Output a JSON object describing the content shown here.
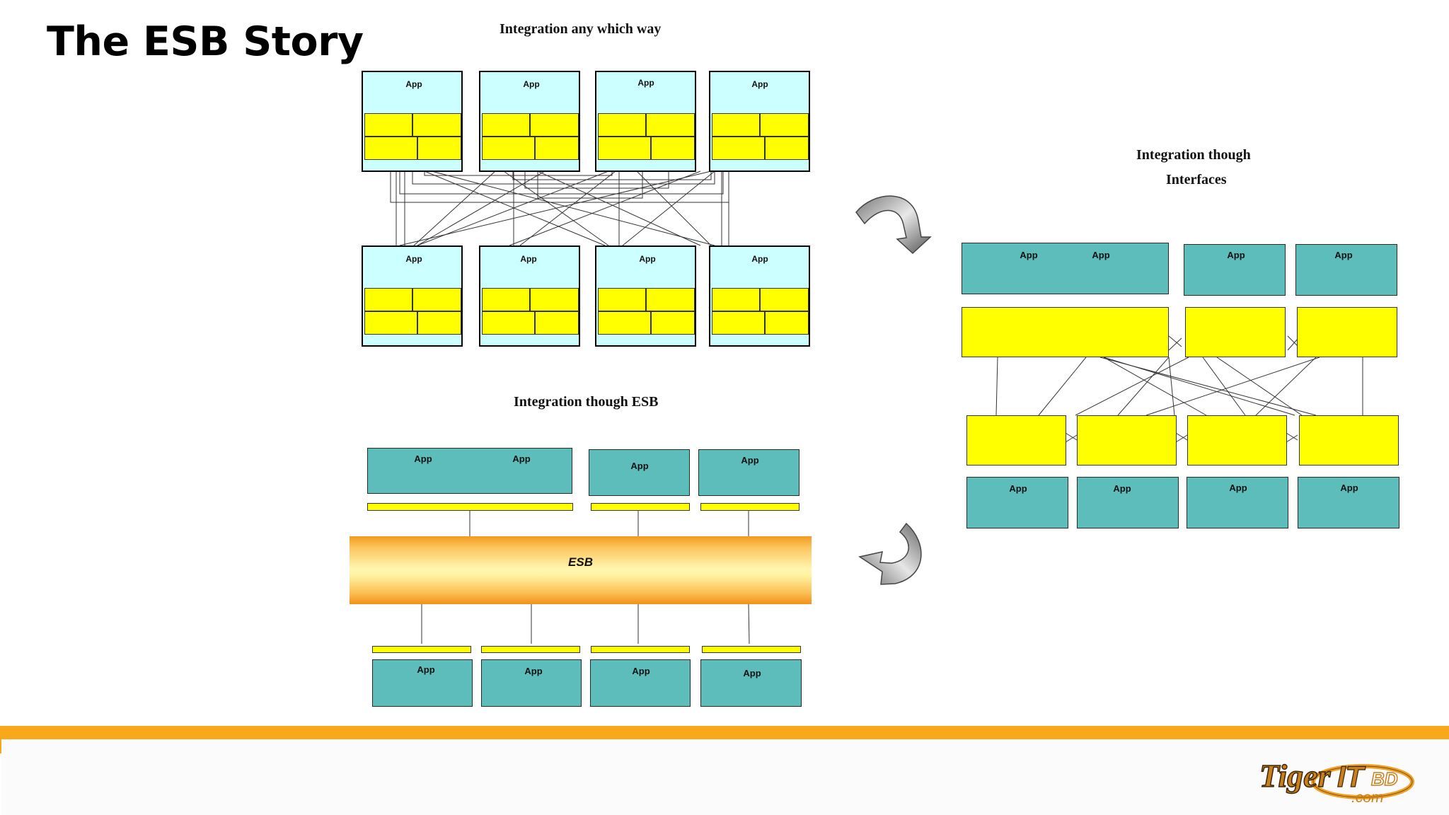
{
  "slide": {
    "title": "The ESB Story"
  },
  "headings": {
    "any_way": "Integration any which way",
    "interfaces_line1": "Integration though",
    "interfaces_line2": "Interfaces",
    "esb": "Integration though ESB"
  },
  "app_label": "App",
  "esb_label": "ESB",
  "logo": {
    "text": "TigerITBD.com",
    "main": "Tiger",
    "it": "IT",
    "bd": "BD",
    "dotcom": ".com"
  },
  "colors": {
    "cyan_app": "#ccffff",
    "yellow": "#ffff00",
    "teal_app": "#5cbdba",
    "esb_orange": "#f39a1e",
    "footer_band": "#f7a81b"
  },
  "icons": [
    "curved-arrow-down-icon",
    "curved-arrow-down-left-icon"
  ]
}
